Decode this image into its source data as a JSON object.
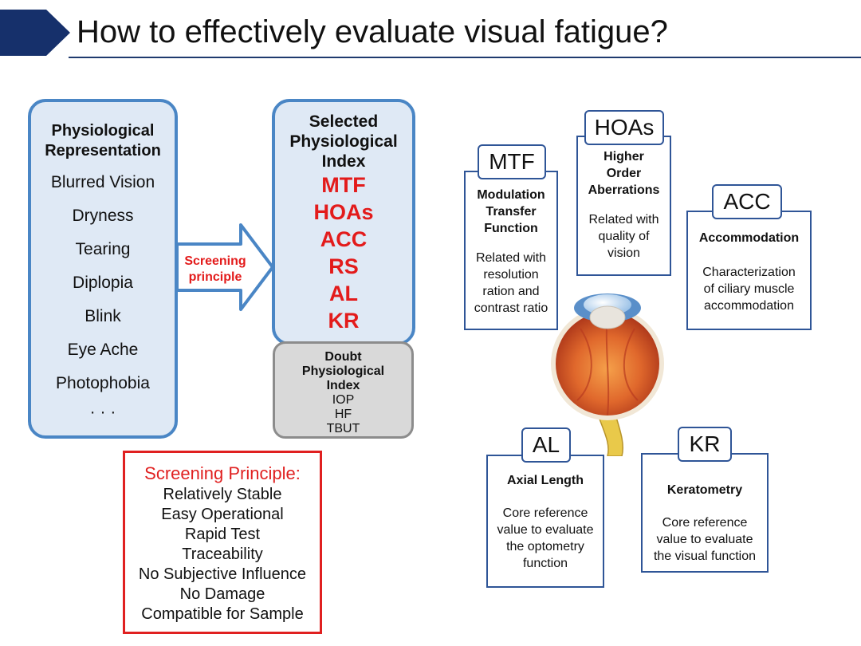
{
  "title": "How to effectively evaluate visual fatigue?",
  "colors": {
    "accent_navy": "#16306b",
    "box_blue": "#4a86c5",
    "box_fill": "#dfe9f5",
    "highlight_red": "#e31b1b",
    "card_border": "#2f5597"
  },
  "physiological": {
    "heading": [
      "Physiological",
      "Representation"
    ],
    "symptoms": [
      "Blurred Vision",
      "Dryness",
      "Tearing",
      "Diplopia",
      "Blink",
      "Eye Ache",
      "Photophobia",
      "· · ·"
    ]
  },
  "arrow": {
    "label": [
      "Screening",
      "principle"
    ]
  },
  "selected": {
    "heading": [
      "Selected",
      "Physiological",
      "Index"
    ],
    "items": [
      "MTF",
      "HOAs",
      "ACC",
      "RS",
      "AL",
      "KR"
    ]
  },
  "doubt": {
    "heading": [
      "Doubt",
      "Physiological",
      "Index"
    ],
    "items": [
      "IOP",
      "HF",
      "TBUT"
    ]
  },
  "screening_principle": {
    "title": "Screening Principle:",
    "items": [
      "Relatively Stable",
      "Easy Operational",
      "Rapid Test",
      "Traceability",
      "No Subjective Influence",
      "No Damage",
      "Compatible for Sample"
    ]
  },
  "cards": {
    "mtf": {
      "tag": "MTF",
      "title": [
        "Modulation",
        "Transfer",
        "Function"
      ],
      "desc": [
        "Related with",
        "resolution",
        "ration and",
        "contrast ratio"
      ]
    },
    "hoas": {
      "tag": "HOAs",
      "title": [
        "Higher",
        "Order",
        "Aberrations"
      ],
      "desc": [
        "Related with",
        "quality of",
        "vision"
      ]
    },
    "acc": {
      "tag": "ACC",
      "title": [
        "Accommodation"
      ],
      "desc": [
        "Characterization",
        "of ciliary muscle",
        "accommodation"
      ]
    },
    "al": {
      "tag": "AL",
      "title": [
        "Axial Length"
      ],
      "desc": [
        "Core reference",
        "value to evaluate",
        "the optometry",
        "function"
      ]
    },
    "kr": {
      "tag": "KR",
      "title": [
        "Keratometry"
      ],
      "desc": [
        "Core reference",
        "value to evaluate",
        "the visual function"
      ]
    }
  }
}
